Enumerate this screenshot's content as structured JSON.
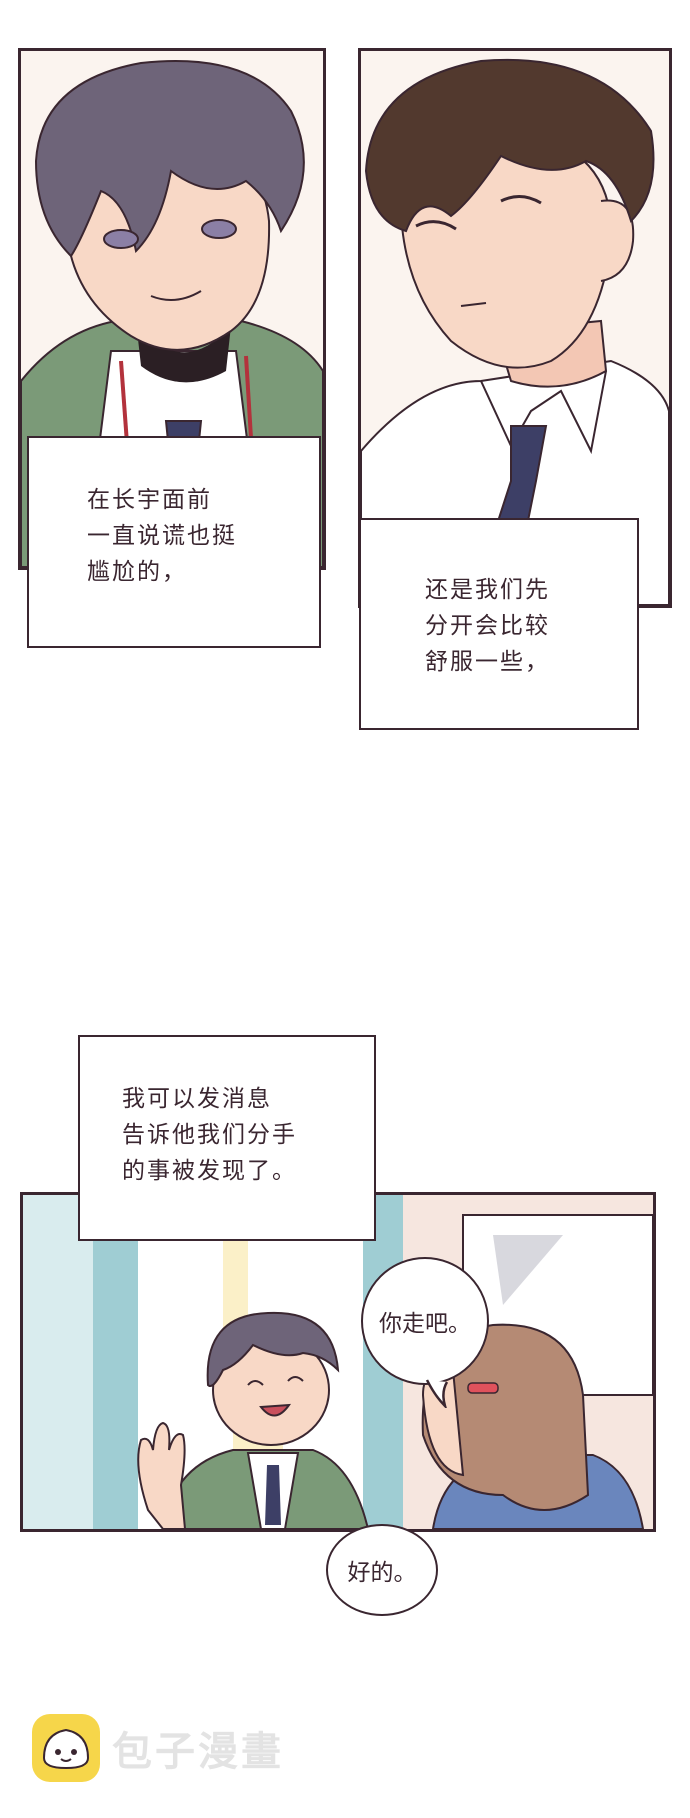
{
  "captions": {
    "caption1": [
      "在长宇面前",
      "一直说谎也挺",
      "尴尬的，"
    ],
    "caption2": [
      "还是我们先",
      "分开会比较",
      "舒服一些，"
    ],
    "caption3": [
      "我可以发消息",
      "告诉他我们分手",
      "的事被发现了。"
    ]
  },
  "bubbles": {
    "bubble1": "你走吧。",
    "bubble2": "好的。"
  },
  "watermark": {
    "text": "包子漫畫"
  },
  "colors": {
    "ink": "#3a2630",
    "hair_purple": "#6e6479",
    "hair_brown": "#52392e",
    "skin": "#f8d8c6",
    "jacket_green": "#7b9a78",
    "tie_navy": "#3d3f66",
    "watermark_yellow": "#f6d64a"
  }
}
